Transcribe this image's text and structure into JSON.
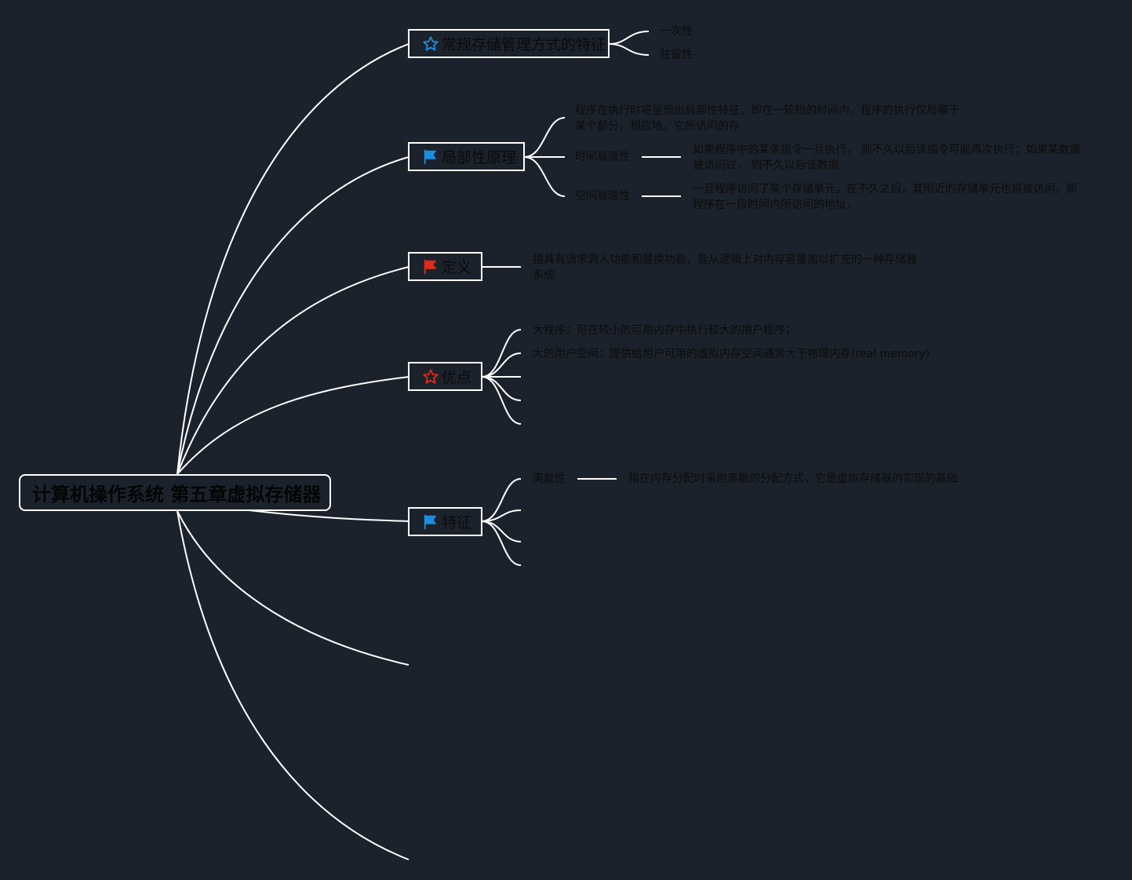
{
  "root": {
    "label": "计算机操作系统 第五章虚拟存储器"
  },
  "branches": [
    {
      "label": "常规存储管理方式的特征",
      "icon": "star-outline-blue-icon",
      "children": [
        {
          "label": "一次性"
        },
        {
          "label": "驻留性"
        }
      ]
    },
    {
      "label": "局部性原理",
      "icon": "flag-blue-icon",
      "children": [
        {
          "label": "程序在执行时将呈现出局部性特征，即在一较短的时间内，程序的执行仅局限于某个部分，相应地，它所访问的存"
        },
        {
          "label": "时间局限性",
          "detail": "如果程序中的某条指令一旦执行， 则不久以后该指令可能再次执行；如果某数据被访问过， 则不久以后该数据"
        },
        {
          "label": "空间局限性",
          "detail": "一旦程序访问了某个存储单元，在不久之后，其附近的存储单元也将被访问，即程序在一段时间内所访问的地址，"
        }
      ]
    },
    {
      "label": "定义",
      "icon": "flag-red-icon",
      "children": [
        {
          "label": "指具有请求调入功能和置换功能，能从逻辑上对内存容量加以扩充的一种存储器系统"
        }
      ]
    },
    {
      "label": "优点",
      "icon": "star-outline-red-icon",
      "children": [
        {
          "label": "大程序：可在较小的可用内存中执行较大的用户程序；"
        },
        {
          "label": "大的用户空间：提供给用户可用的虚拟内存空间通常大于物理内存(real memory)"
        },
        {
          "label": ""
        },
        {
          "label": ""
        },
        {
          "label": ""
        }
      ]
    },
    {
      "label": "特征",
      "icon": "flag-blue-icon",
      "children": [
        {
          "label": "离散性",
          "detail": "指在内存分配时采用离散的分配方式，它是虚拟存储器的实现的基础"
        },
        {
          "label": ""
        },
        {
          "label": ""
        },
        {
          "label": ""
        }
      ]
    }
  ],
  "colors": {
    "background": "#1c222b",
    "lines": "#ffffff",
    "text": "#0b0b0b",
    "icon_blue": "#1a8fe0",
    "icon_red": "#e02a1a"
  }
}
